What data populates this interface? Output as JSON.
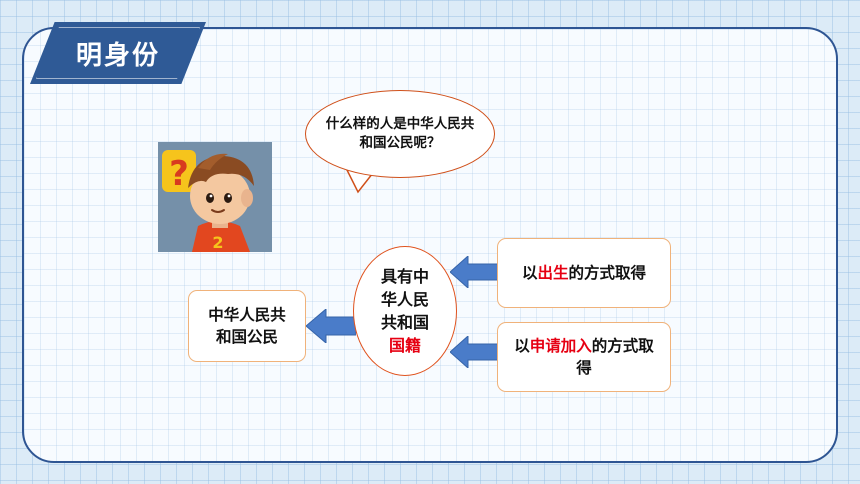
{
  "title": "明身份",
  "bubble": {
    "text": "什么样的人是中华人民共和国公民呢？"
  },
  "avatar": {
    "question_mark": "?",
    "shirt_number": "2"
  },
  "result_box": {
    "text": "中华人民共和国公民"
  },
  "center": {
    "line1": "具有中",
    "line2": "华人民",
    "line3": "共和国",
    "highlight": "国籍"
  },
  "method1": {
    "prefix": "以",
    "highlight": "出生",
    "suffix": "的方式取得"
  },
  "method2": {
    "prefix": "以",
    "highlight": "申请加入",
    "suffix": "的方式取得"
  },
  "colors": {
    "accent": "#2f5a96",
    "highlight": "#e60012",
    "arrow": "#4a7cc9"
  }
}
